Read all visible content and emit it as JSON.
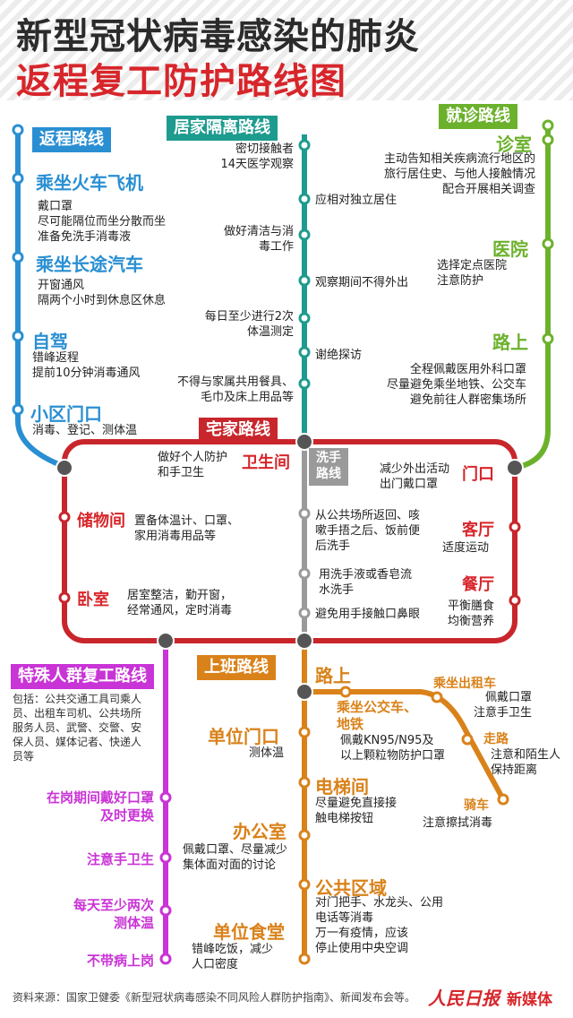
{
  "header": {
    "title_line1": "新型冠状病毒感染的肺炎",
    "title_line2": "返程复工防护路线图"
  },
  "colors": {
    "return": "#2a8fd2",
    "home_isolation": "#1e9b8f",
    "clinic": "#6cb12c",
    "house": "#c8262c",
    "special": "#c934d6",
    "work": "#d9821a",
    "wash": "#9a9a9a"
  },
  "return_route": {
    "label": "返程路线",
    "train": "乘坐火车飞机",
    "train_text": "戴口罩\n尽可能隔位而坐分散而坐\n准备免洗手消毒液",
    "bus": "乘坐长途汽车",
    "bus_text": "开窗通风\n隔两个小时到休息区休息",
    "drive": "自驾",
    "drive_text": "错峰返程\n提前10分钟消毒通风",
    "gate": "小区门口",
    "gate_text": "消毒、登记、测体温"
  },
  "home_isolation": {
    "label": "居家隔离路线",
    "s1": "密切接触者\n14天医学观察",
    "s2": "应相对独立居住",
    "s3": "做好清洁与消\n毒工作",
    "s4": "观察期间不得外出",
    "s5": "每日至少进行2次\n体温测定",
    "s6": "谢绝探访",
    "s7": "不得与家属共用餐具、\n毛巾及床上用品等"
  },
  "clinic_route": {
    "label": "就诊路线",
    "clinic": "诊室",
    "clinic_text": "主动告知相关疾病流行地区的\n旅行居住史、与他人接触情况\n配合开展相关调查",
    "hospital": "医院",
    "hospital_text": "选择定点医院\n注意防护",
    "road": "路上",
    "road_text": "全程佩戴医用外科口罩\n尽量避免乘坐地铁、公交车\n避免前往人群密集场所"
  },
  "house_route": {
    "label": "宅家路线",
    "bathroom": "卫生间",
    "bathroom_text": "做好个人防护\n和手卫生",
    "wash_label": "洗手\n路线",
    "door": "门口",
    "door_text": "减少外出活动\n出门戴口罩",
    "storage": "储物间",
    "storage_text": "置备体温计、口罩、\n家用消毒用品等",
    "wash1": "从公共场所返回、咳\n嗽手捂之后、饭前便\n后洗手",
    "living": "客厅",
    "living_text": "适度运动",
    "wash2": "用洗手液或香皂流\n水洗手",
    "bedroom": "卧室",
    "bedroom_text": "居室整洁，勤开窗，\n经常通风，定时消毒",
    "wash3": "避免用手接触口鼻眼",
    "dining": "餐厅",
    "dining_text": "平衡膳食\n均衡营养"
  },
  "special_route": {
    "label": "特殊人群复工路线",
    "intro": "包括：公共交通工具司乘人\n员、出租车司机、公共场所\n服务人员、武警、交警、安\n保人员、媒体记者、快递人\n员等",
    "s1": "在岗期间戴好口罩\n及时更换",
    "s2": "注意手卫生",
    "s3": "每天至少两次\n测体温",
    "s4": "不带病上岗"
  },
  "work_route": {
    "label": "上班路线",
    "road": "路上",
    "bus": "乘坐公交车、\n地铁",
    "bus_text": "佩戴KN95/N95及\n以上颗粒物防护口罩",
    "taxi": "乘坐出租车",
    "taxi_text": "佩戴口罩\n注意手卫生",
    "walk": "走路",
    "walk_text": "注意和陌生人\n保持距离",
    "bike": "骑车",
    "bike_text": "注意擦拭消毒",
    "entrance": "单位门口",
    "entrance_text": "测体温",
    "elevator": "电梯间",
    "elevator_text": "尽量避免直接接\n触电梯按钮",
    "office": "办公室",
    "office_text": "佩戴口罩、尽量减少\n集体面对面的讨论",
    "public": "公共区域",
    "public_text": "对门把手、水龙头、公用\n电话等消毒\n万一有疫情，应该\n停止使用中央空调",
    "canteen": "单位食堂",
    "canteen_text": "错峰吃饭，减少\n人口密度"
  },
  "footer": {
    "source": "资料来源：国家卫健委《新型冠状病毒感染不同风险人群防护指南》、新闻发布会等。",
    "logo": "人民日报",
    "logo2": "新媒体"
  }
}
